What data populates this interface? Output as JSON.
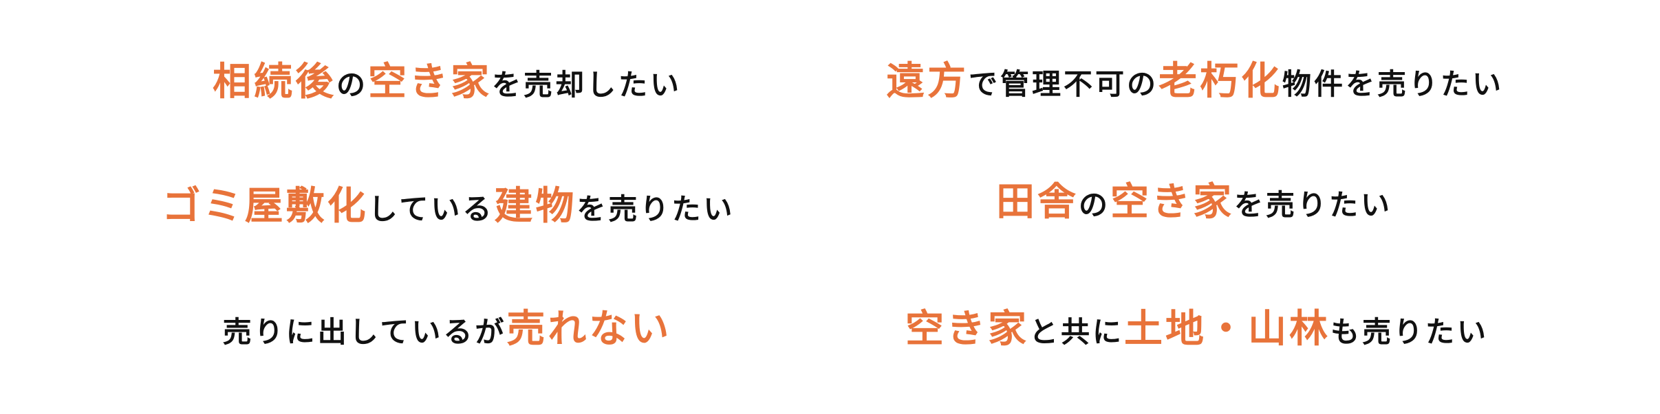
{
  "colors": {
    "accent": "#E8733A",
    "text": "#111111",
    "background": "#FFFFFF"
  },
  "phrases": [
    {
      "id": "inherited-vacant-house",
      "segments": [
        {
          "text": "相続後",
          "accent": true
        },
        {
          "text": "の",
          "accent": false
        },
        {
          "text": "空き家",
          "accent": true
        },
        {
          "text": "を売却したい",
          "accent": false
        }
      ]
    },
    {
      "id": "remote-deteriorated-property",
      "segments": [
        {
          "text": "遠方",
          "accent": true
        },
        {
          "text": "で管理不可の",
          "accent": false
        },
        {
          "text": "老朽化",
          "accent": true
        },
        {
          "text": "物件を売りたい",
          "accent": false
        }
      ]
    },
    {
      "id": "garbage-house-building",
      "segments": [
        {
          "text": "ゴミ屋敷化",
          "accent": true
        },
        {
          "text": "している",
          "accent": false
        },
        {
          "text": "建物",
          "accent": true
        },
        {
          "text": "を売りたい",
          "accent": false
        }
      ]
    },
    {
      "id": "rural-vacant-house",
      "segments": [
        {
          "text": "田舎",
          "accent": true
        },
        {
          "text": "の",
          "accent": false
        },
        {
          "text": "空き家",
          "accent": true
        },
        {
          "text": "を売りたい",
          "accent": false
        }
      ]
    },
    {
      "id": "listed-but-not-selling",
      "segments": [
        {
          "text": "売りに出しているが",
          "accent": false
        },
        {
          "text": "売れない",
          "accent": true
        }
      ]
    },
    {
      "id": "vacant-house-with-land-forest",
      "segments": [
        {
          "text": "空き家",
          "accent": true
        },
        {
          "text": "と共に",
          "accent": false
        },
        {
          "text": "土地・山林",
          "accent": true
        },
        {
          "text": "も売りたい",
          "accent": false
        }
      ]
    }
  ]
}
